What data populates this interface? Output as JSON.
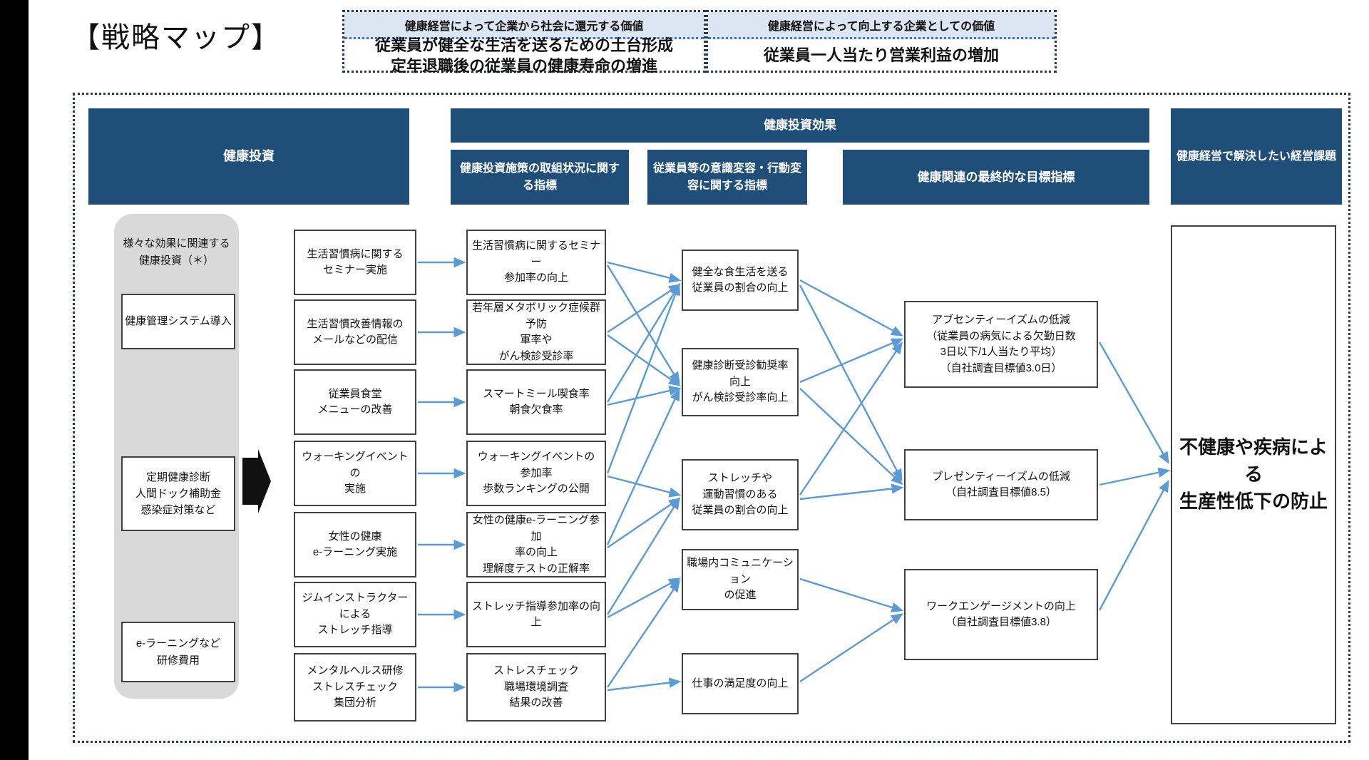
{
  "title": "【戦略マップ】",
  "header": {
    "left": {
      "caption": "健康経営によって企業から社会に還元する価値",
      "line1": "従業員が健全な生活を送るための土台形成",
      "line2": "定年退職後の従業員の健康寿命の増進"
    },
    "right": {
      "caption": "健康経営によって向上する企業としての価値",
      "line1": "従業員一人当たり営業利益の増加",
      "line2": ""
    }
  },
  "column_headers": {
    "investment": "健康投資",
    "effect_group": "健康投資効果",
    "effect_sub1": "健康投資施策の取組状況に関する指標",
    "effect_sub2": "従業員等の意識変容・行動変容に関する指標",
    "effect_sub3": "健康関連の最終的な目標指標",
    "issue": "健康経営で解決したい経営課題"
  },
  "investment_panel": {
    "title_line1": "様々な効果に関連する",
    "title_line2": "健康投資（＊）",
    "items": [
      {
        "lines": [
          "健康管理システム導入"
        ]
      },
      {
        "lines": [
          "定期健康診断",
          "人間ドック補助金",
          "感染症対策など"
        ]
      },
      {
        "lines": [
          "e-ラーニングなど",
          "研修費用"
        ]
      }
    ]
  },
  "measures": [
    {
      "lines": [
        "生活習慣病に関する",
        "セミナー実施"
      ]
    },
    {
      "lines": [
        "生活習慣改善情報の",
        "メールなどの配信"
      ]
    },
    {
      "lines": [
        "従業員食堂",
        "メニューの改善"
      ]
    },
    {
      "lines": [
        "ウォーキングイベントの",
        "実施"
      ]
    },
    {
      "lines": [
        "女性の健康",
        "e-ラーニング実施"
      ]
    },
    {
      "lines": [
        "ジムインストラクターによる",
        "ストレッチ指導"
      ]
    },
    {
      "lines": [
        "メンタルヘルス研修",
        "ストレスチェック",
        "集団分析"
      ]
    }
  ],
  "indicators": [
    {
      "lines": [
        "生活習慣病に関するセミナー",
        "参加率の向上"
      ]
    },
    {
      "lines": [
        "若年層メタボリック症候群予防",
        "軍率や",
        "がん検診受診率"
      ]
    },
    {
      "lines": [
        "スマートミール喫食率",
        "朝食欠食率"
      ]
    },
    {
      "lines": [
        "ウォーキングイベントの",
        "参加率",
        "歩数ランキングの公開"
      ]
    },
    {
      "lines": [
        "女性の健康e-ラーニング参加",
        "率の向上",
        "理解度テストの正解率"
      ]
    },
    {
      "lines": [
        "ストレッチ指導参加率の向上"
      ]
    },
    {
      "lines": [
        "ストレスチェック",
        "職場環境調査",
        "結果の改善"
      ]
    }
  ],
  "behaviors": [
    {
      "lines": [
        "健全な食生活を送る",
        "従業員の割合の向上"
      ]
    },
    {
      "lines": [
        "健康診断受診勧奨率",
        "向上",
        "がん検診受診率向上"
      ]
    },
    {
      "lines": [
        "ストレッチや",
        "運動習慣のある",
        "従業員の割合の向上"
      ]
    },
    {
      "lines": [
        "職場内コミュニケーション",
        "の促進"
      ]
    },
    {
      "lines": [
        "仕事の満足度の向上"
      ]
    }
  ],
  "outcomes": [
    {
      "lines": [
        "アブセンティーイズムの低減",
        "（従業員の病気による欠勤日数",
        "3日以下/1人当たり平均）",
        "（自社調査目標値3.0日）"
      ]
    },
    {
      "lines": [
        "プレゼンティーイズムの低減",
        "（自社調査目標値8.5）"
      ]
    },
    {
      "lines": [
        "ワークエンゲージメントの向上",
        "（自社調査目標値3.8）"
      ]
    }
  ],
  "final_issue": {
    "lines": [
      "不健康や疾病による",
      "生産性低下の防止"
    ]
  },
  "colors": {
    "header_blue": "#1f4e79",
    "caption_fill": "#dce6f2",
    "frame_dotted": "#1f3864",
    "grey_panel": "#d9d9d9",
    "arrow_blue": "#5b9bd5",
    "box_border": "#404040"
  }
}
